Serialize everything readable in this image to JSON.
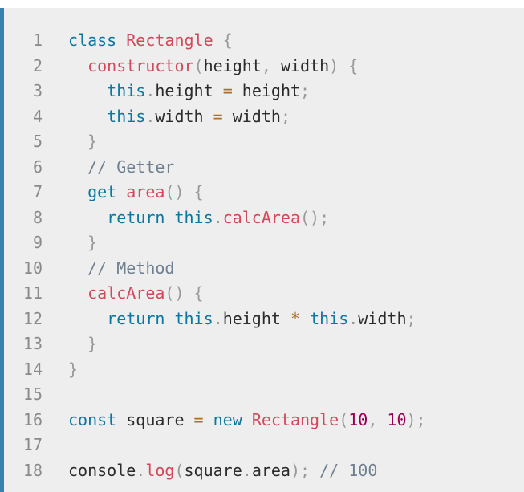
{
  "editor": {
    "line_numbers": [
      "1",
      "2",
      "3",
      "4",
      "5",
      "6",
      "7",
      "8",
      "9",
      "10",
      "11",
      "12",
      "13",
      "14",
      "15",
      "16",
      "17",
      "18"
    ],
    "lines": [
      [
        {
          "t": "class",
          "c": "keyword"
        },
        {
          "t": " ",
          "c": "ident"
        },
        {
          "t": "Rectangle",
          "c": "class"
        },
        {
          "t": " {",
          "c": "punct"
        }
      ],
      [
        {
          "t": "  ",
          "c": "ident"
        },
        {
          "t": "constructor",
          "c": "func"
        },
        {
          "t": "(",
          "c": "punct"
        },
        {
          "t": "height",
          "c": "ident"
        },
        {
          "t": ", ",
          "c": "punct"
        },
        {
          "t": "width",
          "c": "ident"
        },
        {
          "t": ") {",
          "c": "punct"
        }
      ],
      [
        {
          "t": "    ",
          "c": "ident"
        },
        {
          "t": "this",
          "c": "keyword"
        },
        {
          "t": ".",
          "c": "punct"
        },
        {
          "t": "height ",
          "c": "ident"
        },
        {
          "t": "=",
          "c": "op"
        },
        {
          "t": " height",
          "c": "ident"
        },
        {
          "t": ";",
          "c": "punct"
        }
      ],
      [
        {
          "t": "    ",
          "c": "ident"
        },
        {
          "t": "this",
          "c": "keyword"
        },
        {
          "t": ".",
          "c": "punct"
        },
        {
          "t": "width ",
          "c": "ident"
        },
        {
          "t": "=",
          "c": "op"
        },
        {
          "t": " width",
          "c": "ident"
        },
        {
          "t": ";",
          "c": "punct"
        }
      ],
      [
        {
          "t": "  }",
          "c": "punct"
        }
      ],
      [
        {
          "t": "  ",
          "c": "ident"
        },
        {
          "t": "// Getter",
          "c": "comment"
        }
      ],
      [
        {
          "t": "  ",
          "c": "ident"
        },
        {
          "t": "get",
          "c": "keyword"
        },
        {
          "t": " ",
          "c": "ident"
        },
        {
          "t": "area",
          "c": "func"
        },
        {
          "t": "() {",
          "c": "punct"
        }
      ],
      [
        {
          "t": "    ",
          "c": "ident"
        },
        {
          "t": "return",
          "c": "keyword"
        },
        {
          "t": " ",
          "c": "ident"
        },
        {
          "t": "this",
          "c": "keyword"
        },
        {
          "t": ".",
          "c": "punct"
        },
        {
          "t": "calcArea",
          "c": "func"
        },
        {
          "t": "();",
          "c": "punct"
        }
      ],
      [
        {
          "t": "  }",
          "c": "punct"
        }
      ],
      [
        {
          "t": "  ",
          "c": "ident"
        },
        {
          "t": "// Method",
          "c": "comment"
        }
      ],
      [
        {
          "t": "  ",
          "c": "ident"
        },
        {
          "t": "calcArea",
          "c": "func"
        },
        {
          "t": "() {",
          "c": "punct"
        }
      ],
      [
        {
          "t": "    ",
          "c": "ident"
        },
        {
          "t": "return",
          "c": "keyword"
        },
        {
          "t": " ",
          "c": "ident"
        },
        {
          "t": "this",
          "c": "keyword"
        },
        {
          "t": ".",
          "c": "punct"
        },
        {
          "t": "height ",
          "c": "ident"
        },
        {
          "t": "*",
          "c": "op"
        },
        {
          "t": " ",
          "c": "ident"
        },
        {
          "t": "this",
          "c": "keyword"
        },
        {
          "t": ".",
          "c": "punct"
        },
        {
          "t": "width",
          "c": "ident"
        },
        {
          "t": ";",
          "c": "punct"
        }
      ],
      [
        {
          "t": "  }",
          "c": "punct"
        }
      ],
      [
        {
          "t": "}",
          "c": "punct"
        }
      ],
      [],
      [
        {
          "t": "const",
          "c": "keyword"
        },
        {
          "t": " square ",
          "c": "ident"
        },
        {
          "t": "=",
          "c": "op"
        },
        {
          "t": " ",
          "c": "ident"
        },
        {
          "t": "new",
          "c": "keyword"
        },
        {
          "t": " ",
          "c": "ident"
        },
        {
          "t": "Rectangle",
          "c": "class"
        },
        {
          "t": "(",
          "c": "punct"
        },
        {
          "t": "10",
          "c": "number"
        },
        {
          "t": ", ",
          "c": "punct"
        },
        {
          "t": "10",
          "c": "number"
        },
        {
          "t": ");",
          "c": "punct"
        }
      ],
      [],
      [
        {
          "t": "console",
          "c": "ident"
        },
        {
          "t": ".",
          "c": "punct"
        },
        {
          "t": "log",
          "c": "func"
        },
        {
          "t": "(",
          "c": "punct"
        },
        {
          "t": "square",
          "c": "ident"
        },
        {
          "t": ".",
          "c": "punct"
        },
        {
          "t": "area",
          "c": "ident"
        },
        {
          "t": "); ",
          "c": "punct"
        },
        {
          "t": "// 100",
          "c": "comment"
        }
      ]
    ]
  },
  "colors": {
    "accent_border": "#3a80ad",
    "background": "#eeeeee",
    "keyword": "#0b77a0",
    "function": "#d1495b",
    "comment": "#708090",
    "number": "#990055",
    "operator": "#a66f2d"
  }
}
